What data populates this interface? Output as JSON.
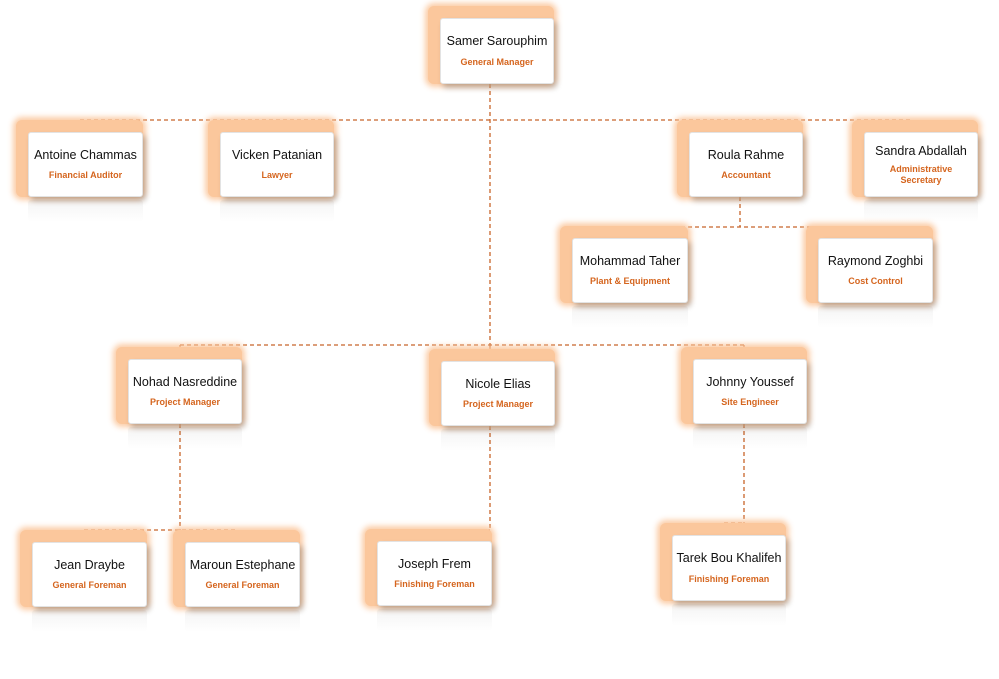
{
  "org_chart": {
    "accent_color": "#d5651e",
    "glow_color": "#fbc79c",
    "connector_style": "dashed",
    "nodes": {
      "samer": {
        "name": "Samer Sarouphim",
        "title": "General Manager"
      },
      "antoine": {
        "name": "Antoine Chammas",
        "title": "Financial Auditor"
      },
      "vicken": {
        "name": "Vicken Patanian",
        "title": "Lawyer"
      },
      "roula": {
        "name": "Roula Rahme",
        "title": "Accountant"
      },
      "sandra": {
        "name": "Sandra Abdallah",
        "title": "Administrative Secretary"
      },
      "mohammad": {
        "name": "Mohammad Taher",
        "title": "Plant & Equipment"
      },
      "raymond": {
        "name": "Raymond Zoghbi",
        "title": "Cost Control"
      },
      "nohad": {
        "name": "Nohad Nasreddine",
        "title": "Project Manager"
      },
      "nicole": {
        "name": "Nicole Elias",
        "title": "Project Manager"
      },
      "johnny": {
        "name": "Johnny Youssef",
        "title": "Site Engineer"
      },
      "jean": {
        "name": "Jean Draybe",
        "title": "General Foreman"
      },
      "maroun": {
        "name": "Maroun Estephane",
        "title": "General Foreman"
      },
      "joseph": {
        "name": "Joseph Frem",
        "title": "Finishing Foreman"
      },
      "tarek": {
        "name": "Tarek Bou Khalifeh",
        "title": "Finishing Foreman"
      }
    },
    "reports_to": {
      "antoine": "samer",
      "vicken": "samer",
      "roula": "samer",
      "sandra": "samer",
      "mohammad": "roula",
      "raymond": "roula",
      "nohad": "samer",
      "nicole": "samer",
      "johnny": "samer",
      "jean": "nohad",
      "maroun": "nohad",
      "joseph": "nicole",
      "tarek": "johnny"
    }
  }
}
